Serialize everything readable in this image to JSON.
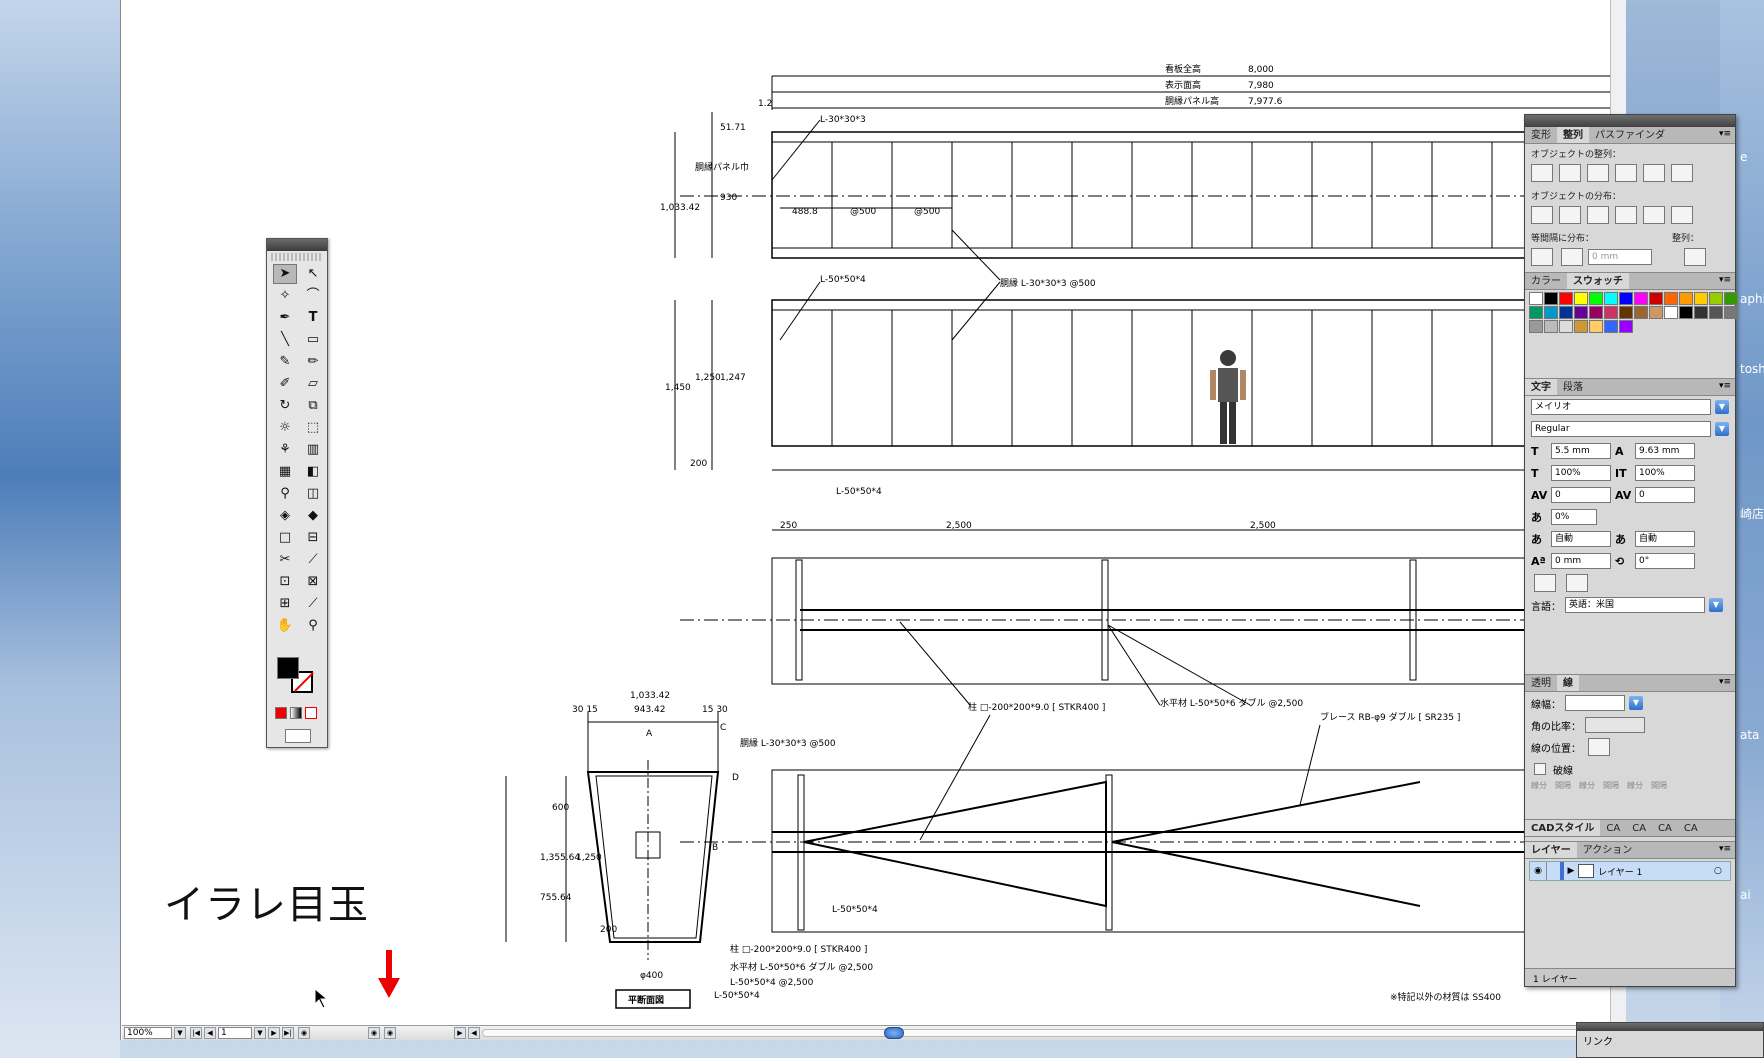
{
  "desktop": {
    "labels": [
      "e",
      "aphi",
      "tosh",
      "崎店",
      "ata",
      "ai"
    ]
  },
  "document": {
    "zoom": "100%",
    "page": "1",
    "caption_overlay": "イラレ目玉"
  },
  "drawing": {
    "dims_top": [
      {
        "label": "看板全高",
        "value": "8,000"
      },
      {
        "label": "表示面高",
        "value": "7,980"
      },
      {
        "label": "胴縁パネル高",
        "value": "7,977.6"
      }
    ],
    "annotations": [
      "1.2",
      "L-30*30*3",
      "51.71",
      "1,033.42",
      "胴縁パネル巾",
      "930",
      "488.8",
      "@500",
      "@500",
      "L-50*50*4",
      "胴縁 L-30*30*3 @500",
      "1,450",
      "1,250",
      "1,247",
      "200",
      "L-50*50*4",
      "250",
      "2,500",
      "2,500",
      "柱 □-200*200*9.0 [ STKR400 ]",
      "水平材 L-50*50*6 ダブル @2,500",
      "ブレース RB-φ9 ダブル [ SR235 ]",
      "L-50*50*4",
      "1,033.42",
      "943.42",
      "30 15",
      "15 30",
      "A",
      "C",
      "D",
      "B",
      "胴縁 L-30*30*3 @500",
      "1,355.64",
      "600",
      "755.64",
      "1,250",
      "200",
      "φ400",
      "平断面図",
      "柱 □-200*200*9.0 [ STKR400 ]",
      "水平材 L-50*50*6 ダブル @2,500",
      "L-50*50*4 @2,500",
      "L-50*50*4",
      "※特記以外の材質は SS400"
    ]
  },
  "panel": {
    "align_tabs": [
      "変形",
      "整列",
      "パスファインダ"
    ],
    "align_label": "オブジェクトの整列：",
    "distribute_label": "オブジェクトの分布：",
    "spacing_label": "等間隔に分布：",
    "spacing_align_label": "整列：",
    "spacing_value": "0 mm",
    "color_tabs": [
      "カラー",
      "スウォッチ"
    ],
    "swatch_colors": [
      "#ffffff",
      "#000000",
      "#ff0000",
      "#ffff00",
      "#00ff00",
      "#00ffff",
      "#0000ff",
      "#ff00ff",
      "#cc0000",
      "#ff6600",
      "#ff9900",
      "#ffcc00",
      "#99cc00",
      "#339900",
      "#009966",
      "#0099cc",
      "#003399",
      "#660099",
      "#990066",
      "#cc3366",
      "#663300",
      "#996633",
      "#cc9966",
      "#ffffff",
      "#000000",
      "#333333",
      "#555555",
      "#777777",
      "#999999",
      "#bbbbbb",
      "#dddddd",
      "#cc9933",
      "#ffcc66",
      "#3366ff",
      "#9900ff"
    ],
    "char_tabs": [
      "文字",
      "段落"
    ],
    "font_family": "メイリオ",
    "font_style": "Regular",
    "font_size": "5.5 mm",
    "leading": "9.63 mm",
    "vscale": "100%",
    "hscale": "100%",
    "kerning": "0",
    "tracking": "0",
    "tsume": "0%",
    "aki_left": "自動",
    "aki_right": "自動",
    "baseline": "0 mm",
    "rotation": "0°",
    "language_label": "言語：",
    "language": "英語：米国",
    "stroke_tabs": [
      "透明",
      "線"
    ],
    "stroke_weight_label": "線幅：",
    "miter_label": "角の比率：",
    "align_stroke_label": "線の位置：",
    "dashed_label": "破線",
    "dash_labels": [
      "線分",
      "間隔",
      "線分",
      "間隔",
      "線分",
      "間隔"
    ],
    "cad_tabs": [
      "CADスタイル",
      "CA",
      "CA",
      "CA",
      "CA"
    ],
    "layer_tabs": [
      "レイヤー",
      "アクション"
    ],
    "layer_name": "レイヤー 1",
    "layer_count": "1 レイヤー"
  },
  "link_panel": {
    "title": "リンク"
  }
}
